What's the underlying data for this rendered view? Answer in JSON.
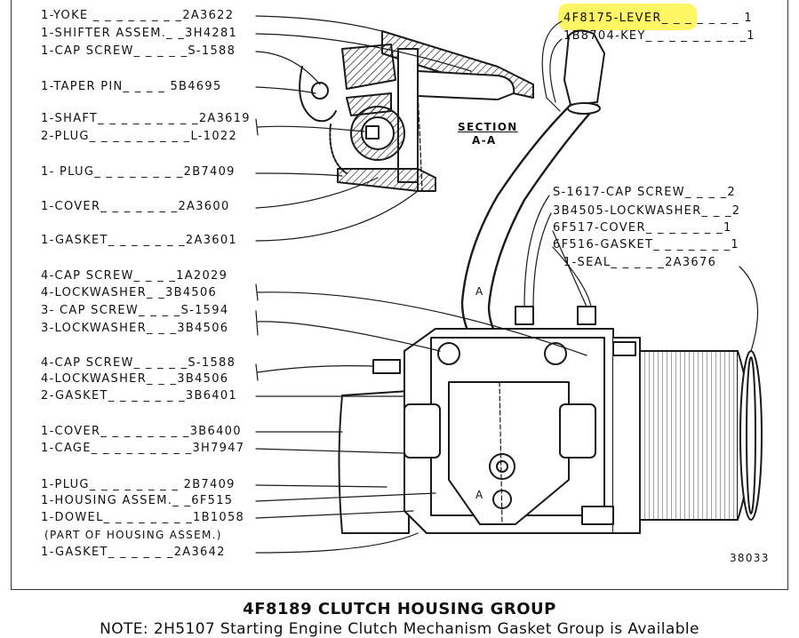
{
  "title": "4F8189 CLUTCH HOUSING GROUP",
  "note": "NOTE: 2H5107 Starting Engine Clutch Mechanism Gasket Group is Available",
  "figure_number": "38033",
  "section_label": "SECTION",
  "section_sub": "A-A",
  "marker_a": "A",
  "highlight_color": "#fff44a",
  "left_parts": [
    "1-YOKE _ _ _ _ _ _ _ _2A3622",
    "1-SHIFTER ASSEM._ _3H4281",
    "1-CAP SCREW_ _ _ _ _S-1588",
    "1-TAPER PIN_ _ _ _ 5B4695",
    "1-SHAFT_ _ _ _ _ _ _ _ _2A3619",
    "2-PLUG_ _ _ _ _ _ _ _ _L-1022",
    "1- PLUG_ _ _ _ _ _ _ _2B7409",
    "1-COVER_ _ _ _ _ _ _2A3600",
    "1-GASKET_ _ _ _ _ _ _2A3601",
    "4-CAP SCREW_ _ _ _1A2029",
    "4-LOCKWASHER_ _3B4506",
    "3- CAP SCREW_ _ _ _S-1594",
    "3-LOCKWASHER_ _ _3B4506",
    "4-CAP SCREW_ _ _ _ _S-1588",
    "4-LOCKWASHER_ _ _3B4506",
    "2-GASKET_ _ _ _ _ _ _3B6401",
    "1-COVER_ _ _ _ _ _ _ _3B6400",
    "1-CAGE_ _ _ _ _ _ _ _ _3H7947",
    "1-PLUG_ _ _ _ _ _ _ _ 2B7409",
    "1-HOUSING ASSEM._ _6F515",
    "1-DOWEL_ _ _ _ _ _ _ _1B1058",
    "(PART OF HOUSING ASSEM.)",
    "1-GASKET_ _ _ _ _ _2A3642"
  ],
  "right_parts": [
    "4F8175-LEVER_ _ _ _ _ _ _ 1",
    "1B8704-KEY_ _ _ _ _ _ _ _ _1",
    "S-1617-CAP SCREW_ _ _ _2",
    "3B4505-LOCKWASHER_ _ _2",
    "6F517-COVER_ _ _ _ _ _ _1",
    "6F516-GASKET_ _ _ _ _ _ _1",
    "1-SEAL_ _ _ _ _2A3676"
  ]
}
